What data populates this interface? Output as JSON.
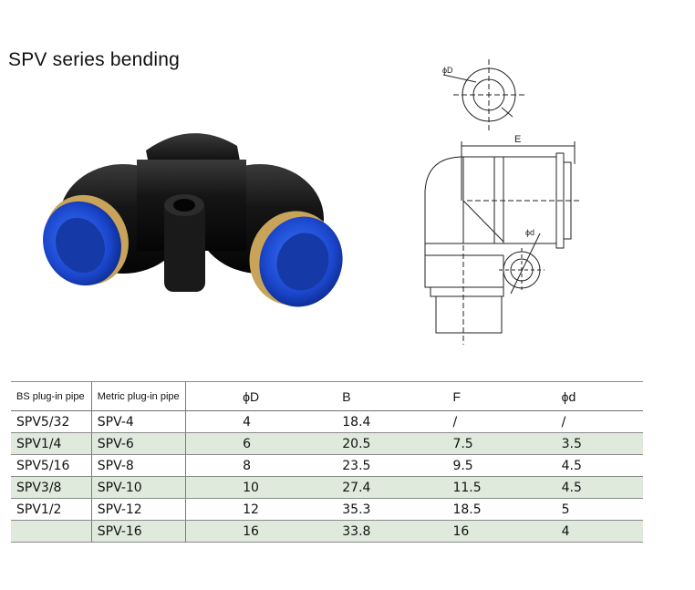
{
  "title": "SPV series bending",
  "drawing": {
    "dim_D": "ϕD",
    "dim_E": "E",
    "dim_d": "ϕd"
  },
  "table": {
    "headers": [
      "BS plug-in pipe",
      "Metric plug-in pipe",
      "ϕD",
      "B",
      "F",
      "ϕd"
    ],
    "rows": [
      [
        "SPV5/32",
        "SPV-4",
        "4",
        "18.4",
        "/",
        "/"
      ],
      [
        "SPV1/4",
        "SPV-6",
        "6",
        "20.5",
        "7.5",
        "3.5"
      ],
      [
        "SPV5/16",
        "SPV-8",
        "8",
        "23.5",
        "9.5",
        "4.5"
      ],
      [
        "SPV3/8",
        "SPV-10",
        "10",
        "27.4",
        "11.5",
        "4.5"
      ],
      [
        "SPV1/2",
        "SPV-12",
        "12",
        "35.3",
        "18.5",
        "5"
      ],
      [
        "",
        "SPV-16",
        "16",
        "33.8",
        "16",
        "4"
      ]
    ]
  },
  "colors": {
    "row_shade": "#dfeadd",
    "fitting_body": "#151515",
    "collet_blue": "#1e4fd6"
  }
}
